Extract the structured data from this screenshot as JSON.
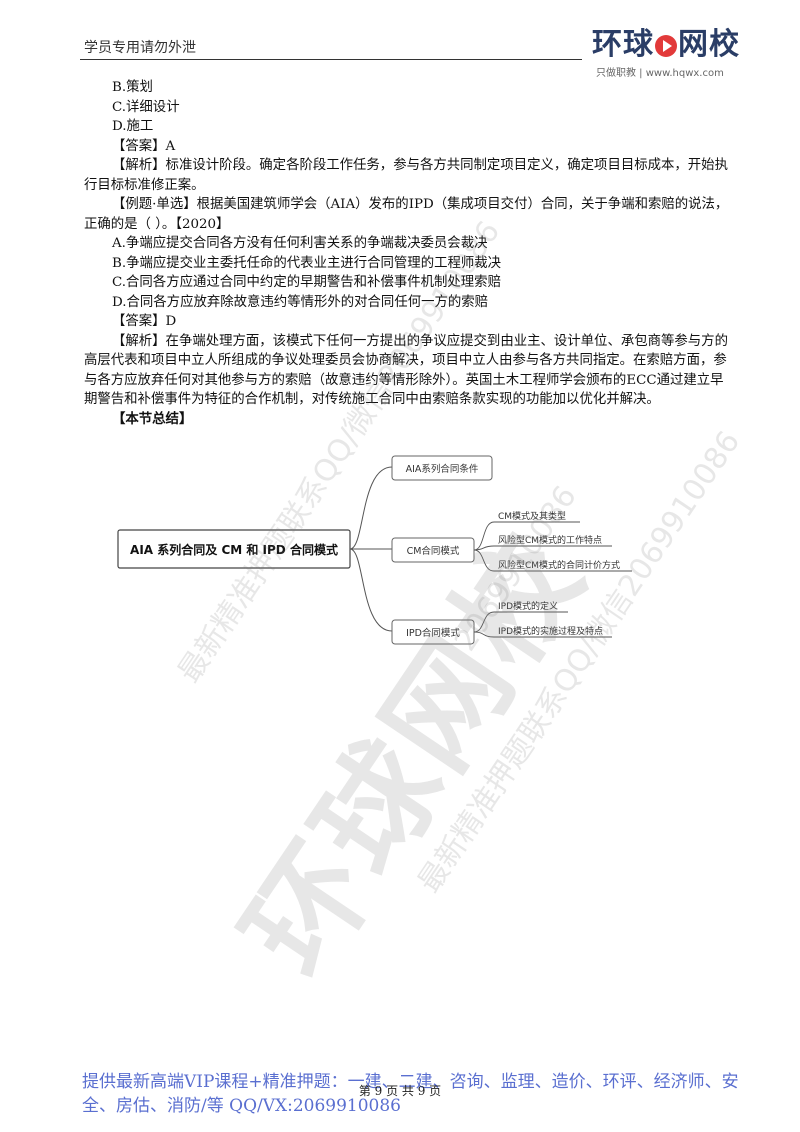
{
  "header": {
    "left_text": "学员专用请勿外泄",
    "logo_main_a": "环球",
    "logo_main_b": "网校",
    "logo_sub": "只做职教 | www.hqwx.com"
  },
  "paragraphs": [
    "B.策划",
    "C.详细设计",
    "D.施工",
    "【答案】A",
    "【解析】标准设计阶段。确定各阶段工作任务，参与各方共同制定项目定义，确定项目目标成本，开始执行目标标准修正案。",
    "【例题·单选】根据美国建筑师学会（AIA）发布的IPD（集成项目交付）合同，关于争端和索赔的说法，正确的是（ ）。【2020】",
    "A.争端应提交合同各方没有任何利害关系的争端裁决委员会裁决",
    "B.争端应提交业主委托任命的代表业主进行合同管理的工程师裁决",
    "C.合同各方应通过合同中约定的早期警告和补偿事件机制处理索赔",
    "D.合同各方应放弃除故意违约等情形外的对合同任何一方的索赔",
    "【答案】D",
    "【解析】在争端处理方面，该模式下任何一方提出的争议应提交到由业主、设计单位、承包商等参与方的高层代表和项目中立人所组成的争议处理委员会协商解决，项目中立人由参与各方共同指定。在索赔方面，参与各方应放弃任何对其他参与方的索赔（故意违约等情形除外）。英国土木工程师学会颁布的ECC通过建立早期警告和补偿事件为特征的合作机制，对传统施工合同中由索赔条款实现的功能加以优化并解决。",
    "【本节总结】"
  ],
  "mindmap": {
    "root": "AIA 系列合同及 CM 和 IPD 合同模式",
    "branches": [
      {
        "label": "AIA系列合同条件",
        "children": []
      },
      {
        "label": "CM合同模式",
        "children": [
          "CM模式及其类型",
          "风险型CM模式的工作特点",
          "风险型CM模式的合同计价方式"
        ]
      },
      {
        "label": "IPD合同模式",
        "children": [
          "IPD模式的定义",
          "IPD模式的实施过程及特点"
        ]
      }
    ]
  },
  "watermark": {
    "big": "环球网校",
    "small1": "最新精准押题联系QQ/微信2069910086",
    "small2": "最新精准押题联系QQ/微信2069910086",
    "small3": "2069910086"
  },
  "footer": {
    "page": "第 9 页 共 9 页",
    "promo": "提供最新高端VIP课程+精准押题：一建、二建、咨询、监理、造价、环评、经济师、安全、房估、消防/等 QQ/VX:2069910086"
  }
}
